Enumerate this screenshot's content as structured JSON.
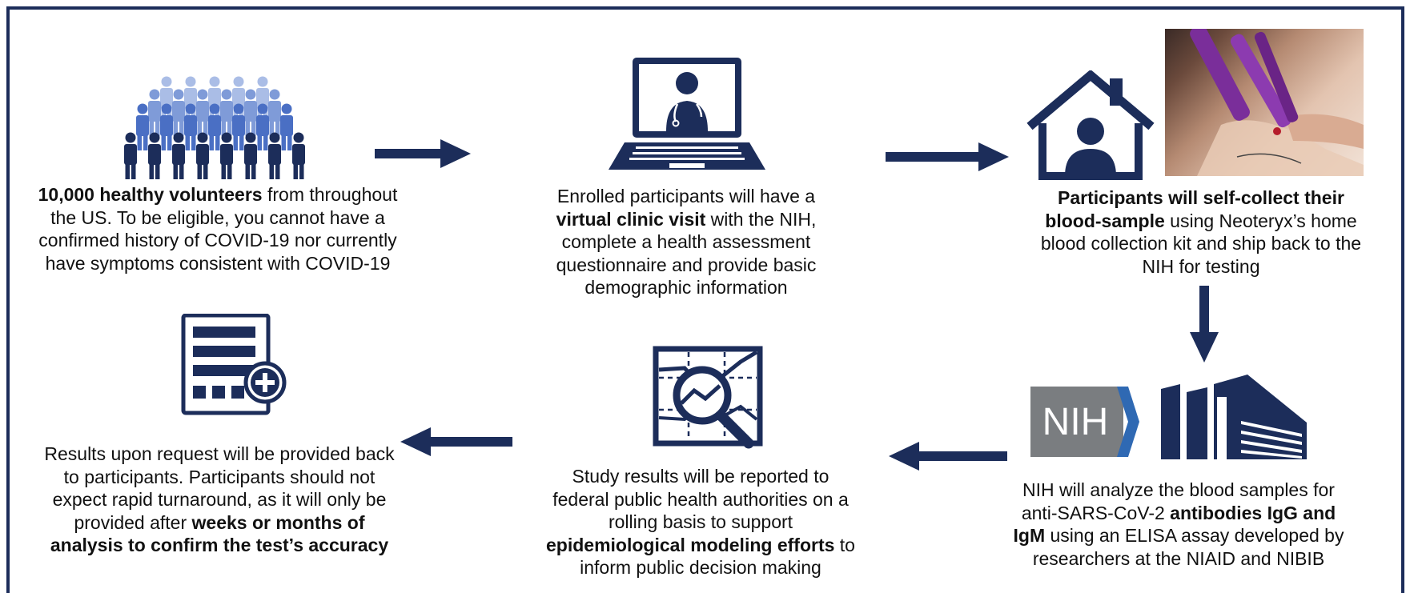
{
  "steps": {
    "volunteers": {
      "bold": "10,000 healthy volunteers",
      "text": " from throughout the US. To be eligible, you cannot have a confirmed history of COVID-19 nor currently have symptoms consistent with COVID-19"
    },
    "visit": {
      "pre": "Enrolled participants will have a ",
      "bold": "virtual clinic visit",
      "post": " with the NIH, complete a health assessment questionnaire and provide basic demographic information"
    },
    "collect": {
      "bold": "Participants will self-collect their blood-sample",
      "post": " using Neoteryx’s home blood collection kit and ship back to the NIH for testing"
    },
    "analyze": {
      "pre": "NIH will analyze the blood samples for anti-SARS-CoV-2 ",
      "bold": "antibodies IgG and IgM",
      "post": " using an ELISA assay developed by researchers at the NIAID and NIBIB"
    },
    "report": {
      "pre": "Study results will be reported to federal public health authorities on a rolling basis to support ",
      "bold": "epidemiological modeling efforts",
      "post": " to inform public decision making"
    },
    "results": {
      "pre": "Results upon request will be provided back to participants. Participants should not expect rapid turnaround, as it will only be provided after ",
      "bold": "weeks or months of analysis to confirm the test’s accuracy"
    }
  },
  "logo": {
    "text": "NIH"
  },
  "colors": {
    "navy": "#1c2d5a",
    "mid_blue": "#4a6fc4",
    "light_blue": "#aabde6",
    "nih_gray": "#7a7d80",
    "nih_blue": "#2f69b3"
  },
  "icons": [
    "people-crowd-icon",
    "laptop-doctor-icon",
    "house-person-icon",
    "lab-building-icon",
    "magnifier-chart-icon",
    "results-document-icon"
  ]
}
